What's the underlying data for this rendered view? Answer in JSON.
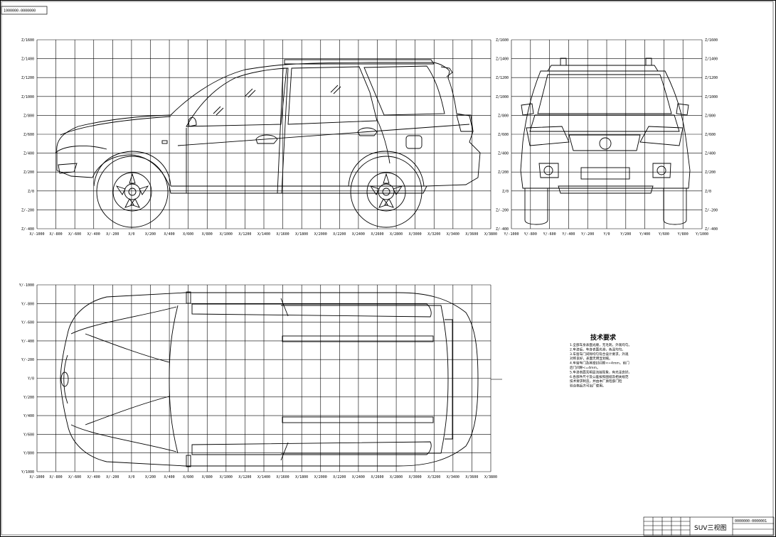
{
  "drawing_code": "1000000-0000000",
  "title_block": {
    "title": "SUV三视图",
    "code": "0000000-0000001"
  },
  "notes": {
    "heading": "技术要求",
    "lines": [
      "1.全部车身表面光顺，无毛刺，外观均匀。",
      "2.车漆后，车身表面光滑，色泽均匀。",
      "3.车窗车门间隙均匀符合设计要求，外观",
      "对称良好，表面无明显划痕。",
      "4.车窗车门及其密封间隙<=4mm，前门",
      "后门间隙<=4mm。",
      "5.车漆表面无明显流挂现象，有光泽良好。",
      "6.各部件尺寸及公差按照图纸及相关规范",
      "技术要求制造，并由本厂质检部门检",
      "验合格后方可出厂使用。"
    ]
  },
  "views": {
    "side": {
      "x_labels": [
        "X/-1000",
        "X/-800",
        "X/-600",
        "X/-400",
        "X/-200",
        "X/0",
        "X/200",
        "X/400",
        "X/600",
        "X/800",
        "X/1000",
        "X/1200",
        "X/1400",
        "X/1600",
        "X/1800",
        "X/2000",
        "X/2200",
        "X/2400",
        "X/2600",
        "X/2800",
        "X/3000",
        "X/3200",
        "X/3400",
        "X/3600",
        "X/3800"
      ],
      "z_labels": [
        "Z/1600",
        "Z/1400",
        "Z/1200",
        "Z/1000",
        "Z/800",
        "Z/600",
        "Z/400",
        "Z/200",
        "Z/0",
        "Z/-200",
        "Z/-400"
      ]
    },
    "front": {
      "y_labels": [
        "Y/-1000",
        "Y/-800",
        "Y/-600",
        "Y/-400",
        "Y/-200",
        "Y/0",
        "Y/200",
        "Y/400",
        "Y/600",
        "Y/800",
        "Y/1000"
      ],
      "z_labels": [
        "Z/1600",
        "Z/1400",
        "Z/1200",
        "Z/1000",
        "Z/800",
        "Z/600",
        "Z/400",
        "Z/200",
        "Z/0",
        "Z/-200",
        "Z/-400"
      ]
    },
    "top": {
      "x_labels": [
        "X/-1000",
        "X/-800",
        "X/-600",
        "X/-400",
        "X/-200",
        "X/0",
        "X/200",
        "X/400",
        "X/600",
        "X/800",
        "X/1000",
        "X/1200",
        "X/1400",
        "X/1600",
        "X/1800",
        "X/2000",
        "X/2200",
        "X/2400",
        "X/2600",
        "X/2800",
        "X/3000",
        "X/3200",
        "X/3400",
        "X/3600",
        "X/3800"
      ],
      "y_labels": [
        "Y/-1000",
        "Y/-800",
        "Y/-600",
        "Y/-400",
        "Y/-200",
        "Y/0",
        "Y/200",
        "Y/400",
        "Y/600",
        "Y/800",
        "Y/1000"
      ]
    }
  }
}
